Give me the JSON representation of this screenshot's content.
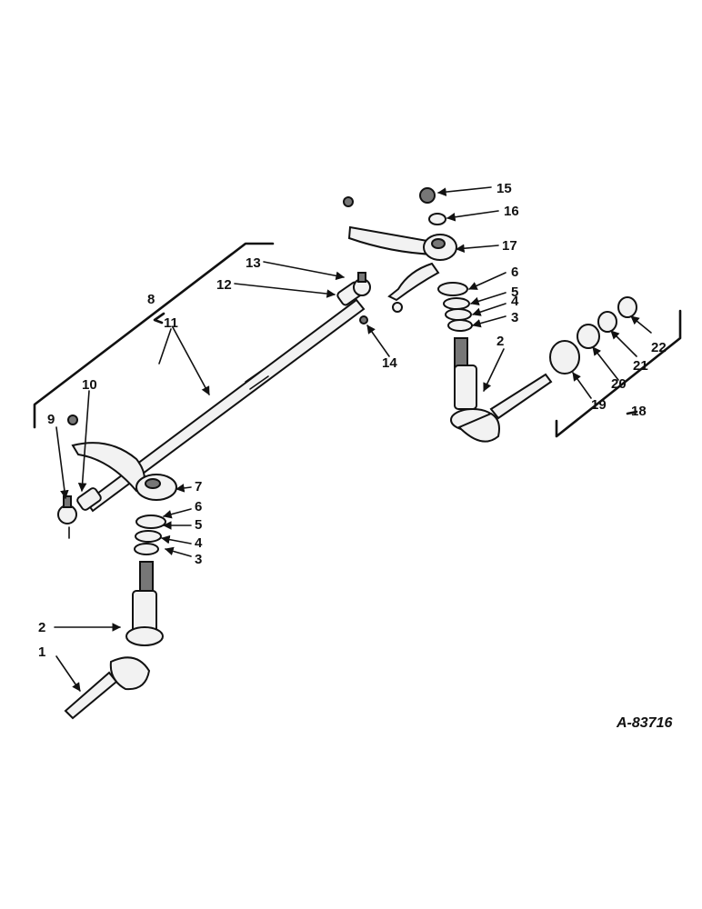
{
  "figure": {
    "code": "A-83716",
    "callouts": [
      {
        "id": "c1",
        "text": "1"
      },
      {
        "id": "c2a",
        "text": "2"
      },
      {
        "id": "c2b",
        "text": "2"
      },
      {
        "id": "c3a",
        "text": "3"
      },
      {
        "id": "c3b",
        "text": "3"
      },
      {
        "id": "c4a",
        "text": "4"
      },
      {
        "id": "c4b",
        "text": "4"
      },
      {
        "id": "c5a",
        "text": "5"
      },
      {
        "id": "c5b",
        "text": "5"
      },
      {
        "id": "c6a",
        "text": "6"
      },
      {
        "id": "c6b",
        "text": "6"
      },
      {
        "id": "c7",
        "text": "7"
      },
      {
        "id": "c8",
        "text": "8"
      },
      {
        "id": "c9",
        "text": "9"
      },
      {
        "id": "c10",
        "text": "10"
      },
      {
        "id": "c11",
        "text": "11"
      },
      {
        "id": "c12",
        "text": "12"
      },
      {
        "id": "c13",
        "text": "13"
      },
      {
        "id": "c14",
        "text": "14"
      },
      {
        "id": "c15",
        "text": "15"
      },
      {
        "id": "c16",
        "text": "16"
      },
      {
        "id": "c17",
        "text": "17"
      },
      {
        "id": "c18",
        "text": "18"
      },
      {
        "id": "c19",
        "text": "19"
      },
      {
        "id": "c20",
        "text": "20"
      },
      {
        "id": "c21",
        "text": "21"
      },
      {
        "id": "c22",
        "text": "22"
      }
    ]
  }
}
